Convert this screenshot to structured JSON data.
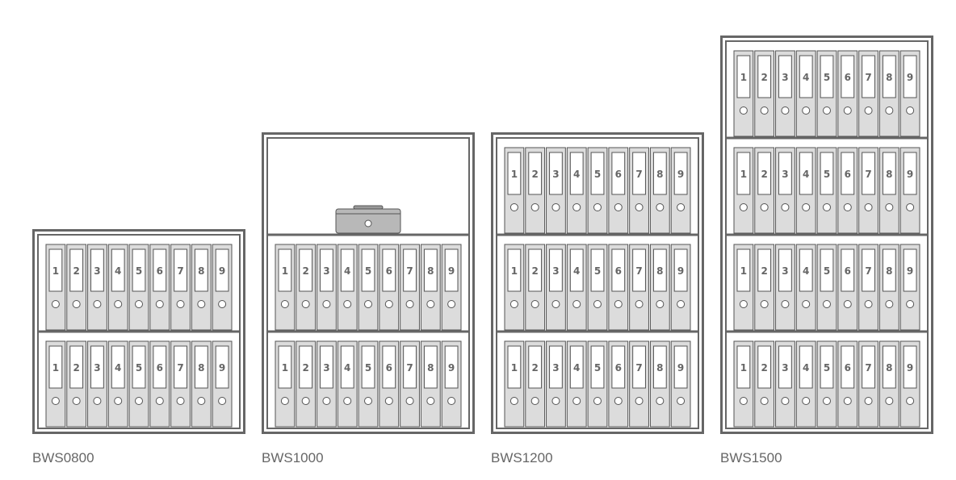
{
  "colors": {
    "frame": "#666666",
    "binder_fill": "#dcdcdc",
    "binder_stroke": "#555555",
    "label": "#666666",
    "cashbox_fill": "#b8b8b8"
  },
  "binder_numbers": [
    "1",
    "2",
    "3",
    "4",
    "5",
    "6",
    "7",
    "8",
    "9"
  ],
  "cabinets": [
    {
      "model": "BWS0800",
      "binder_shelves": 2,
      "has_cashbox_shelf": false
    },
    {
      "model": "BWS1000",
      "binder_shelves": 2,
      "has_cashbox_shelf": true
    },
    {
      "model": "BWS1200",
      "binder_shelves": 3,
      "has_cashbox_shelf": false
    },
    {
      "model": "BWS1500",
      "binder_shelves": 4,
      "has_cashbox_shelf": false
    }
  ]
}
